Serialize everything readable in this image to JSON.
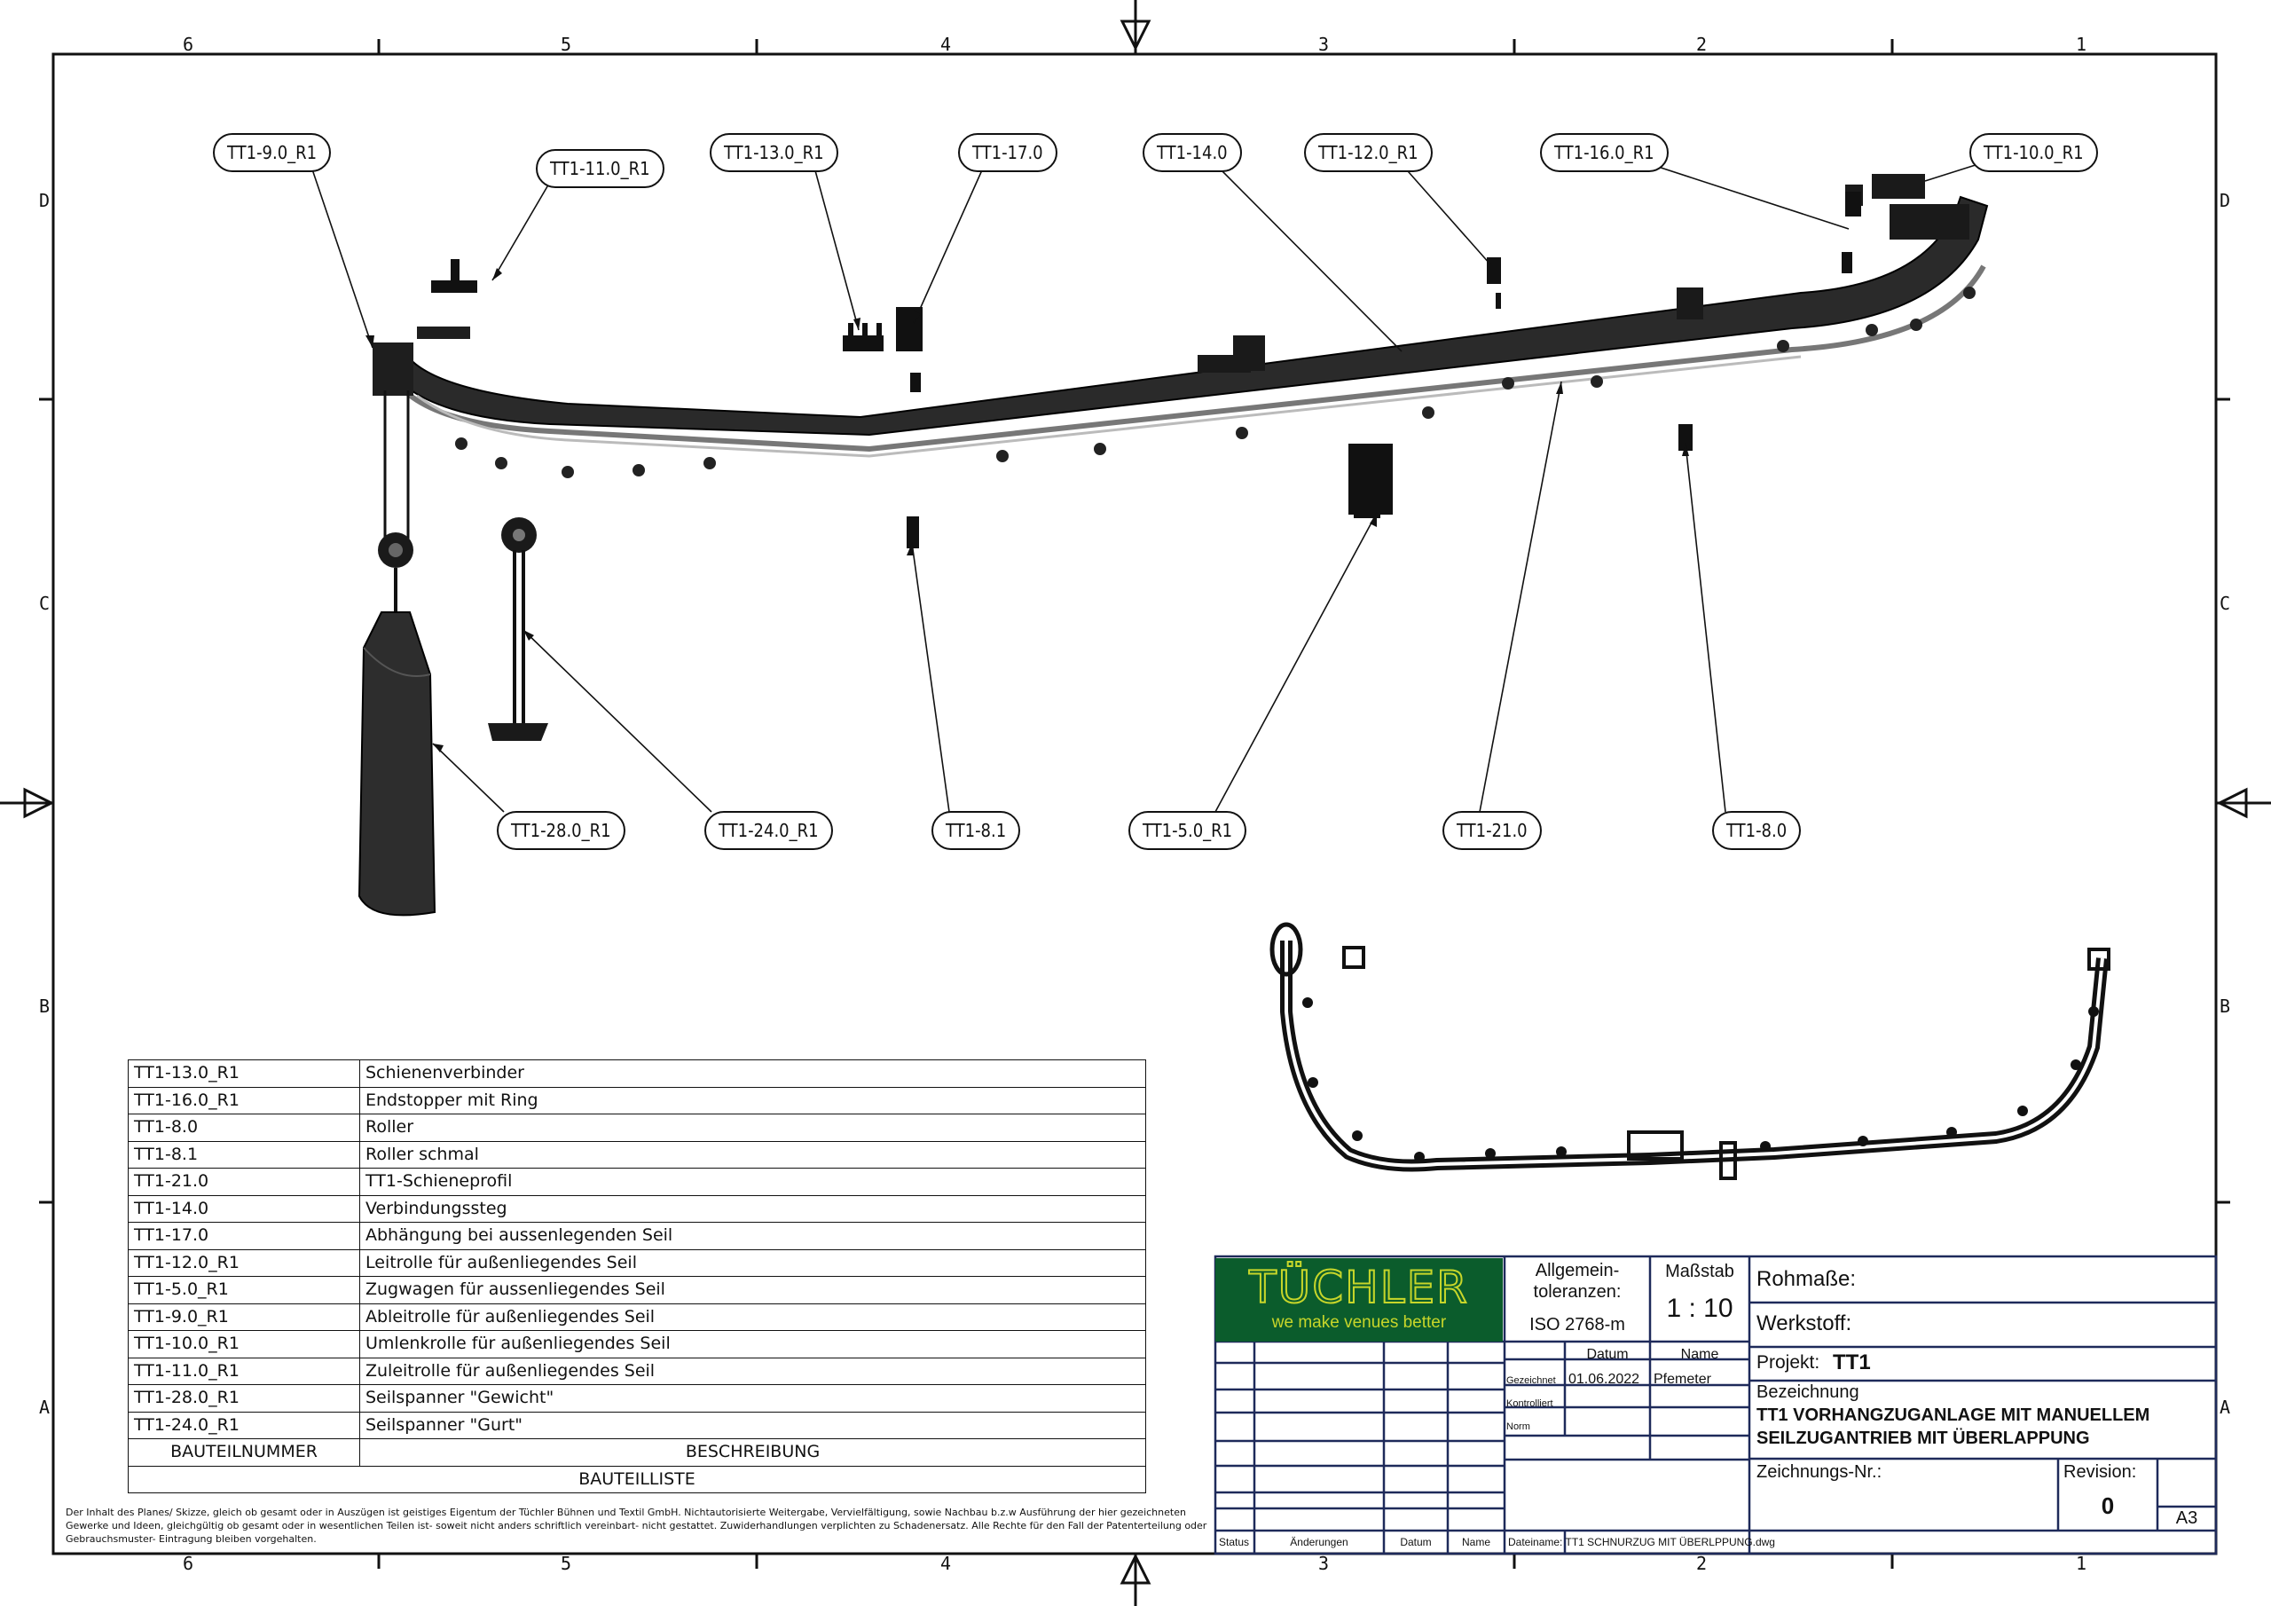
{
  "zones": {
    "columns": [
      "6",
      "5",
      "4",
      "3",
      "2",
      "1"
    ],
    "rows": [
      "D",
      "C",
      "B",
      "A"
    ]
  },
  "callouts": {
    "TT1-9.0_R1": "TT1-9.0_R1",
    "TT1-11.0_R1": "TT1-11.0_R1",
    "TT1-13.0_R1": "TT1-13.0_R1",
    "TT1-17.0": "TT1-17.0",
    "TT1-14.0": "TT1-14.0",
    "TT1-12.0_R1": "TT1-12.0_R1",
    "TT1-16.0_R1": "TT1-16.0_R1",
    "TT1-10.0_R1": "TT1-10.0_R1",
    "TT1-28.0_R1": "TT1-28.0_R1",
    "TT1-24.0_R1": "TT1-24.0_R1",
    "TT1-8.1": "TT1-8.1",
    "TT1-5.0_R1": "TT1-5.0_R1",
    "TT1-21.0": "TT1-21.0",
    "TT1-8.0": "TT1-8.0"
  },
  "parts_list": {
    "rows": [
      {
        "number": "TT1-13.0_R1",
        "description": "Schienenverbinder"
      },
      {
        "number": "TT1-16.0_R1",
        "description": "Endstopper mit Ring"
      },
      {
        "number": "TT1-8.0",
        "description": "Roller"
      },
      {
        "number": "TT1-8.1",
        "description": "Roller schmal"
      },
      {
        "number": "TT1-21.0",
        "description": "TT1-Schieneprofil"
      },
      {
        "number": "TT1-14.0",
        "description": "Verbindungssteg"
      },
      {
        "number": "TT1-17.0",
        "description": "Abhängung bei aussenlegenden Seil"
      },
      {
        "number": "TT1-12.0_R1",
        "description": "Leitrolle  für außenliegendes Seil"
      },
      {
        "number": "TT1-5.0_R1",
        "description": "Zugwagen für aussenliegendes Seil"
      },
      {
        "number": "TT1-9.0_R1",
        "description": "Ableitrolle für außenliegendes Seil"
      },
      {
        "number": "TT1-10.0_R1",
        "description": "Umlenkrolle für außenliegendes Seil"
      },
      {
        "number": "TT1-11.0_R1",
        "description": "Zuleitrolle für außenliegendes Seil"
      },
      {
        "number": "TT1-28.0_R1",
        "description": "Seilspanner \"Gewicht\""
      },
      {
        "number": "TT1-24.0_R1",
        "description": "Seilspanner \"Gurt\""
      }
    ],
    "header_number": "BAUTEILNUMMER",
    "header_description": "BESCHREIBUNG",
    "title": "BAUTEILLISTE"
  },
  "copyright_note": "Der Inhalt des Planes/ Skizze, gleich ob gesamt oder in Auszügen ist geistiges Eigentum der Tüchler Bühnen und Textil GmbH. Nichtautorisierte Weitergabe, Vervielfältigung, sowie Nachbau b.z.w Ausführung der hier gezeichneten Gewerke und Ideen, gleichgültig ob gesamt oder in wesentlichen Teilen ist- soweit nicht anders schriftlich vereinbart- nicht gestattet. Zuwiderhandlungen verplichten zu Schadenersatz. Alle Rechte für den Fall der Patenterteilung  oder Gebrauchsmuster- Eintragung bleiben vorgehalten.",
  "title_block": {
    "logo_text": "TÜCHLER",
    "logo_tagline": "we make venues better",
    "tolerance_label": "Allgemein-\ntoleranzen:",
    "tolerance_value": "ISO 2768-m",
    "scale_label": "Maßstab",
    "scale_value": "1 : 10",
    "raw_dims_label": "Rohmaße:",
    "material_label": "Werkstoff:",
    "project_label": "Projekt:",
    "project_value": "TT1",
    "designation_label": "Bezeichnung",
    "designation_line1": "TT1 VORHANGZUGANLAGE MIT MANUELLEM",
    "designation_line2": "SEILZUGANTRIEB MIT ÜBERLAPPUNG",
    "drawing_no_label": "Zeichnungs-Nr.:",
    "revision_label": "Revision:",
    "revision_value": "0",
    "sheet_size": "A3",
    "date_header": "Datum",
    "name_header": "Name",
    "drawn_label": "Gezeichnet",
    "drawn_date": "01.06.2022",
    "drawn_name": "Pfemeter",
    "checked_label": "Kontrolliert",
    "norm_label": "Norm",
    "status_label": "Status",
    "changes_label": "Änderungen",
    "date_label": "Datum",
    "name_label": "Name",
    "filename": "Dateiname:  TT1 SCHNURZUG MIT ÜBERLPPUNG.dwg"
  }
}
